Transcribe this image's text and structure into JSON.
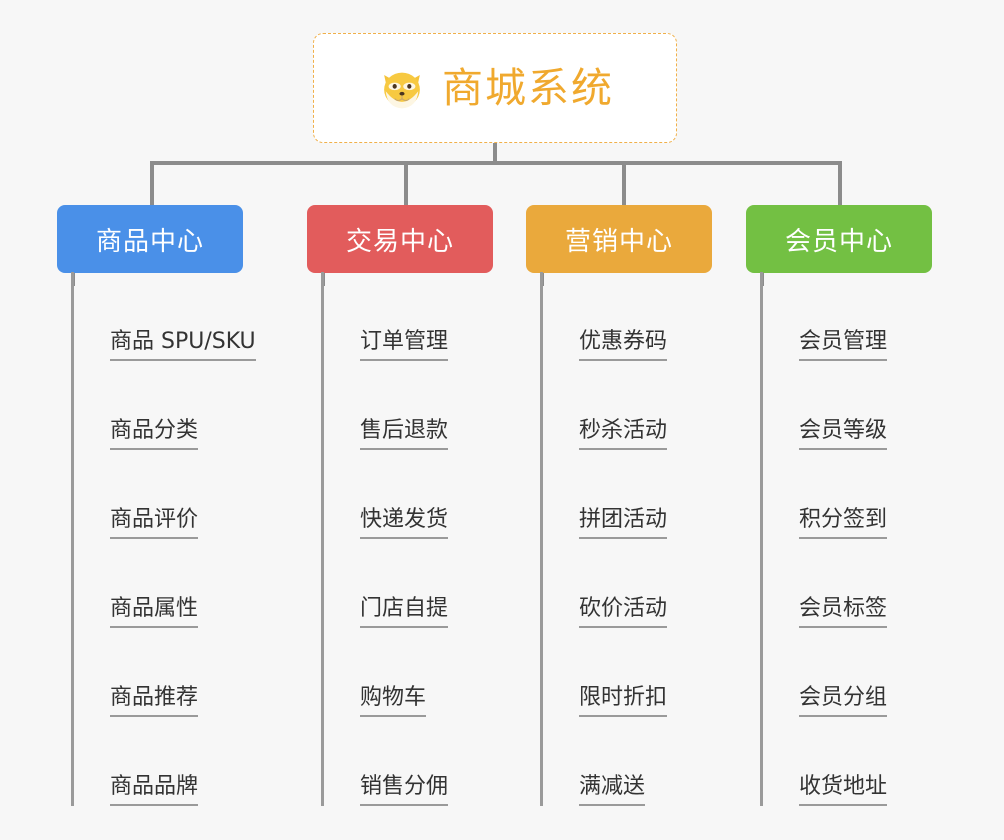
{
  "root": {
    "icon": "shiba-dog-face-emoji",
    "title": "商城系统",
    "title_color": "#f0a92e",
    "border_color": "#f0b04a",
    "background": "#ffffff"
  },
  "canvas": {
    "background": "#f7f7f7",
    "connector_color": "#8c8c8c"
  },
  "columns": [
    {
      "id": "product-center",
      "label": "商品中心",
      "color": "#4a90e8",
      "items": [
        "商品 SPU/SKU",
        "商品分类",
        "商品评价",
        "商品属性",
        "商品推荐",
        "商品品牌"
      ]
    },
    {
      "id": "trade-center",
      "label": "交易中心",
      "color": "#e25c5c",
      "items": [
        "订单管理",
        "售后退款",
        "快递发货",
        "门店自提",
        "购物车",
        "销售分佣"
      ]
    },
    {
      "id": "marketing-center",
      "label": "营销中心",
      "color": "#eaa93c",
      "items": [
        "优惠券码",
        "秒杀活动",
        "拼团活动",
        "砍价活动",
        "限时折扣",
        "满减送"
      ]
    },
    {
      "id": "member-center",
      "label": "会员中心",
      "color": "#73c043",
      "items": [
        "会员管理",
        "会员等级",
        "积分签到",
        "会员标签",
        "会员分组",
        "收货地址"
      ]
    }
  ]
}
